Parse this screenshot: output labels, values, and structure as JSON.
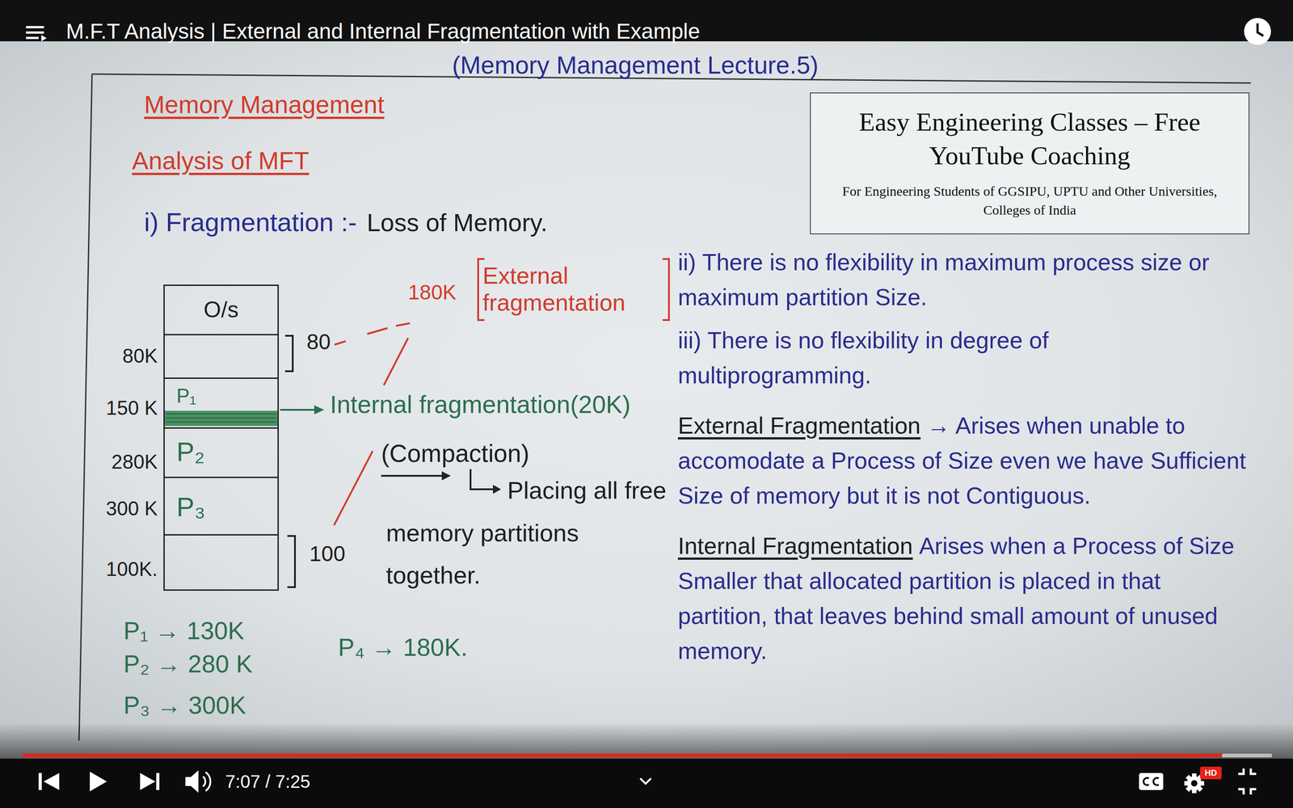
{
  "diagram": {
    "title": "M.F.T Analysis | External and Internal Fragmentation with Example",
    "nodes": [
      {
        "text": [
          "Easy Engineering Classes – Free YouTube Coaching",
          "For Engineering Students of GGSIPU, UPTU and Other Universities, Colleges of India"
        ]
      },
      {
        "text": [
          "O/s"
        ]
      },
      {
        "text": [
          "80K"
        ]
      },
      {
        "text": [
          "150 K",
          "P₁"
        ]
      },
      {
        "text": [
          "280K",
          "P₂"
        ]
      },
      {
        "text": [
          "300 K",
          "P₃"
        ]
      },
      {
        "text": [
          "100K."
        ]
      }
    ],
    "labels": [
      "(Memory Management Lecture.5)",
      "Memory Management",
      "Analysis of MFT",
      "i) Fragmentation :-",
      "Loss of Memory.",
      "80",
      "100",
      "180K",
      "External fragmentation",
      "Internal fragmentation(20K)",
      "(Compaction)",
      "Placing all free memory partitions together.",
      "P₁ → 130K",
      "P₂ → 280 K",
      "P₃ → 300K",
      "P₄ → 180K.",
      "ii) There is no flexibility in maximum process size or maximum partition Size.",
      "iii) There is no flexibility in degree of multiprogramming.",
      "External Fragmentation",
      "→ Arises when unable to accomodate a Process of Size even we have Sufficient Size of memory but it is not Contiguous.",
      "Internal Fragmentation",
      "Arises when a Process of Size Smaller that allocated partition is placed in that partition, that leaves behind small amount of unused memory.",
      "7:07 / 7:25",
      "HD"
    ]
  }
}
